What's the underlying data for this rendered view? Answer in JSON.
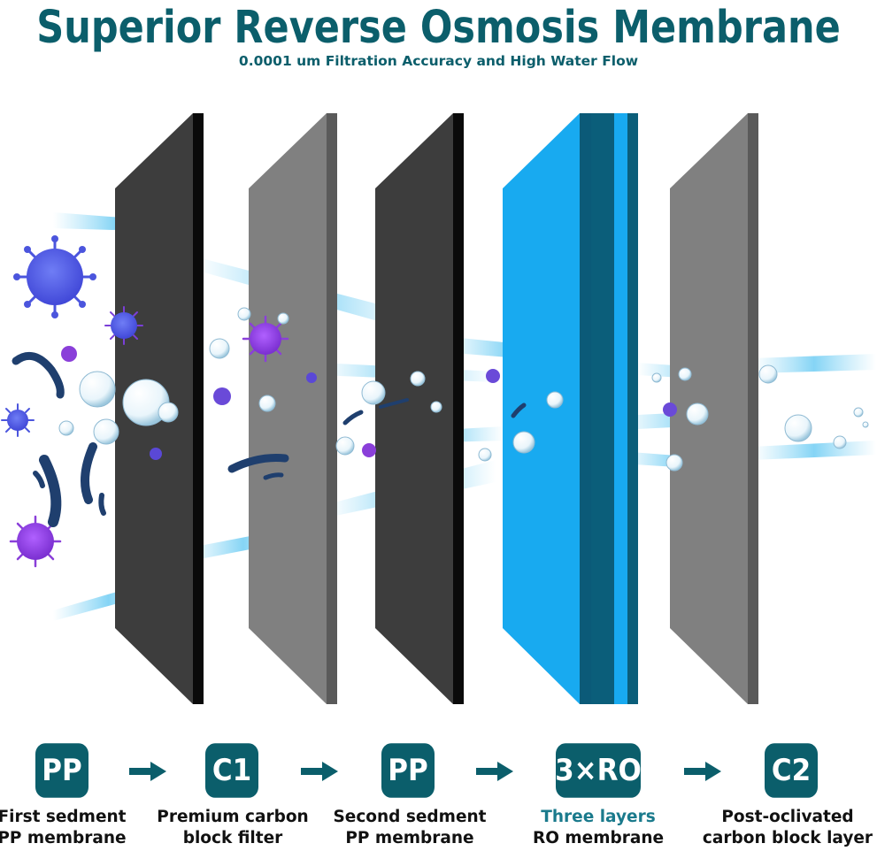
{
  "title": "Superior Reverse Osmosis Membrane",
  "subtitle": "0.0001 um Filtration Accuracy and High Water Flow",
  "colors": {
    "brand": "#0b5e6b",
    "dark_panel": "#3d3d3d",
    "gray_panel": "#7d7d7d",
    "ro_panel": "#18a9ef",
    "ro_edge": "#0b5e7a",
    "virus_purple": "#8a3fd9",
    "virus_blue": "#4f5ee0",
    "bacteria_navy": "#1f3f6e"
  },
  "stages": [
    {
      "badge": "PP",
      "line1": "First sedment",
      "line2": "PP membrane",
      "accent": false,
      "panel": "dark-panel-icon"
    },
    {
      "badge": "C1",
      "line1": "Premium carbon",
      "line2": "block filter",
      "accent": false,
      "panel": "gray-panel-icon"
    },
    {
      "badge": "PP",
      "line1": "Second sedment",
      "line2": "PP membrane",
      "accent": false,
      "panel": "dark-panel-icon"
    },
    {
      "badge": "3×RO",
      "line1": "Three layers",
      "line2": "RO membrane",
      "accent": true,
      "panel": "ro-membrane-icon"
    },
    {
      "badge": "C2",
      "line1": "Post-oclivated",
      "line2": "carbon block layer",
      "accent": false,
      "panel": "gray-panel-icon"
    }
  ],
  "icons": {
    "arrow": "arrow-right-icon",
    "virus": "virus-icon",
    "bacteria": "bacteria-icon",
    "bubble": "water-bubble-icon"
  }
}
